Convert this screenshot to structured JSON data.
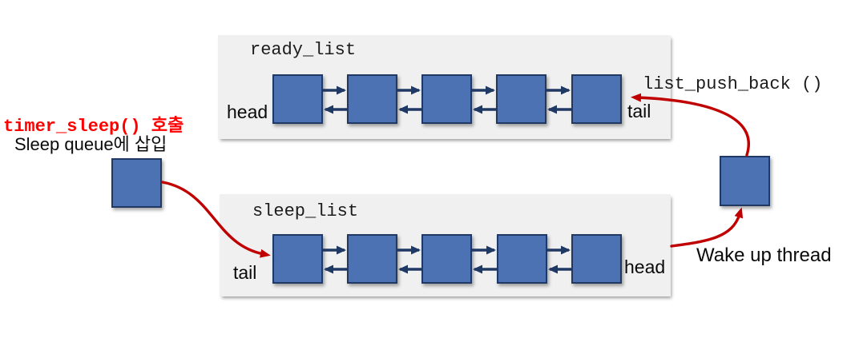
{
  "ready_list": {
    "title": "ready_list",
    "head_label": "head",
    "tail_label": "tail",
    "node_count": 5
  },
  "sleep_list": {
    "title": "sleep_list",
    "tail_label": "tail",
    "head_label": "head",
    "node_count": 5
  },
  "annotations": {
    "timer_sleep_call": "timer_sleep() 호출",
    "sleep_queue_insert": "Sleep queue에 삽입",
    "list_push_back": "list_push_back ()",
    "wake_up_thread": "Wake up thread"
  },
  "colors": {
    "node_fill": "#4C72B4",
    "node_border": "#1F3864",
    "link_arrow": "#1F3864",
    "flow_arrow": "#C00000",
    "callout_text": "#FF0000",
    "panel_bg": "#F0F0F0"
  }
}
